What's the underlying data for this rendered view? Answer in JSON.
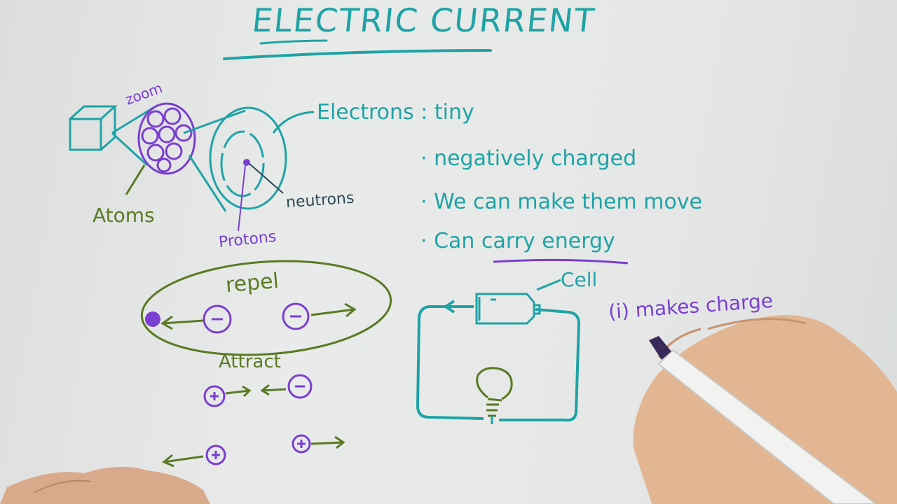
{
  "title": "ELECTRIC CURRENT",
  "atom_diagram": {
    "zoom_label": "zoom",
    "atoms_label": "Atoms",
    "protons_label": "Protons",
    "neutrons_label": "neutrons"
  },
  "electrons": {
    "label": "Electrons : tiny",
    "facts": [
      "· negatively charged",
      "· We can make them move",
      "· Can carry energy"
    ]
  },
  "charges": {
    "repel_label": "repel",
    "attract_label": "Attract",
    "negative_symbol": "−",
    "positive_symbol": "+"
  },
  "circuit": {
    "cell_label": "Cell",
    "note": "(i) makes charge"
  },
  "colors": {
    "paper": "#e6e8e7",
    "teal_ink": "#1fa3a6",
    "purple_ink": "#7a3fd0",
    "green_ink": "#5a7a23",
    "skin": "#e0b48f"
  }
}
